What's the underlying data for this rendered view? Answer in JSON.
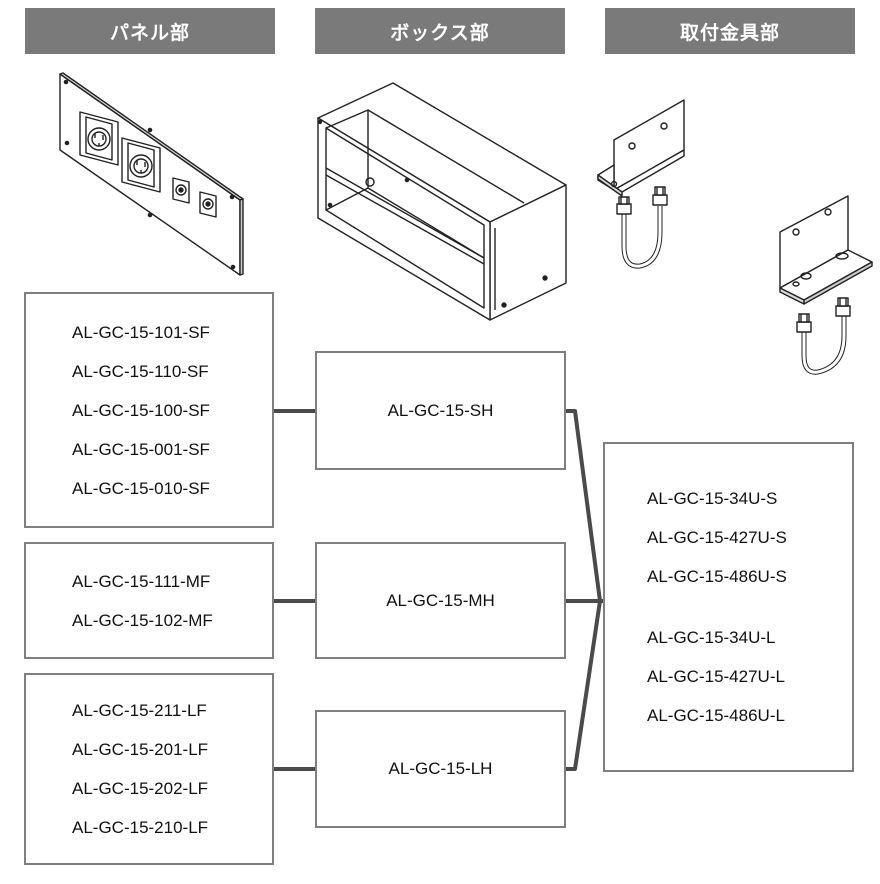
{
  "headers": {
    "panel": "パネル部",
    "box": "ボックス部",
    "bracket": "取付金具部"
  },
  "panel_models": {
    "small": [
      "AL-GC-15-101-SF",
      "AL-GC-15-110-SF",
      "AL-GC-15-100-SF",
      "AL-GC-15-001-SF",
      "AL-GC-15-010-SF"
    ],
    "medium": [
      "AL-GC-15-111-MF",
      "AL-GC-15-102-MF"
    ],
    "large": [
      "AL-GC-15-211-LF",
      "AL-GC-15-201-LF",
      "AL-GC-15-202-LF",
      "AL-GC-15-210-LF"
    ]
  },
  "box_models": {
    "small": "AL-GC-15-SH",
    "medium": "AL-GC-15-MH",
    "large": "AL-GC-15-LH"
  },
  "bracket_models": {
    "s_group": [
      "AL-GC-15-34U-S",
      "AL-GC-15-427U-S",
      "AL-GC-15-486U-S"
    ],
    "l_group": [
      "AL-GC-15-34U-L",
      "AL-GC-15-427U-L",
      "AL-GC-15-486U-L"
    ]
  },
  "colors": {
    "header_bg": "#7a7a7a",
    "box_border": "#7f7f7f",
    "connector": "#4a4a4a",
    "line_art": "#222222"
  }
}
